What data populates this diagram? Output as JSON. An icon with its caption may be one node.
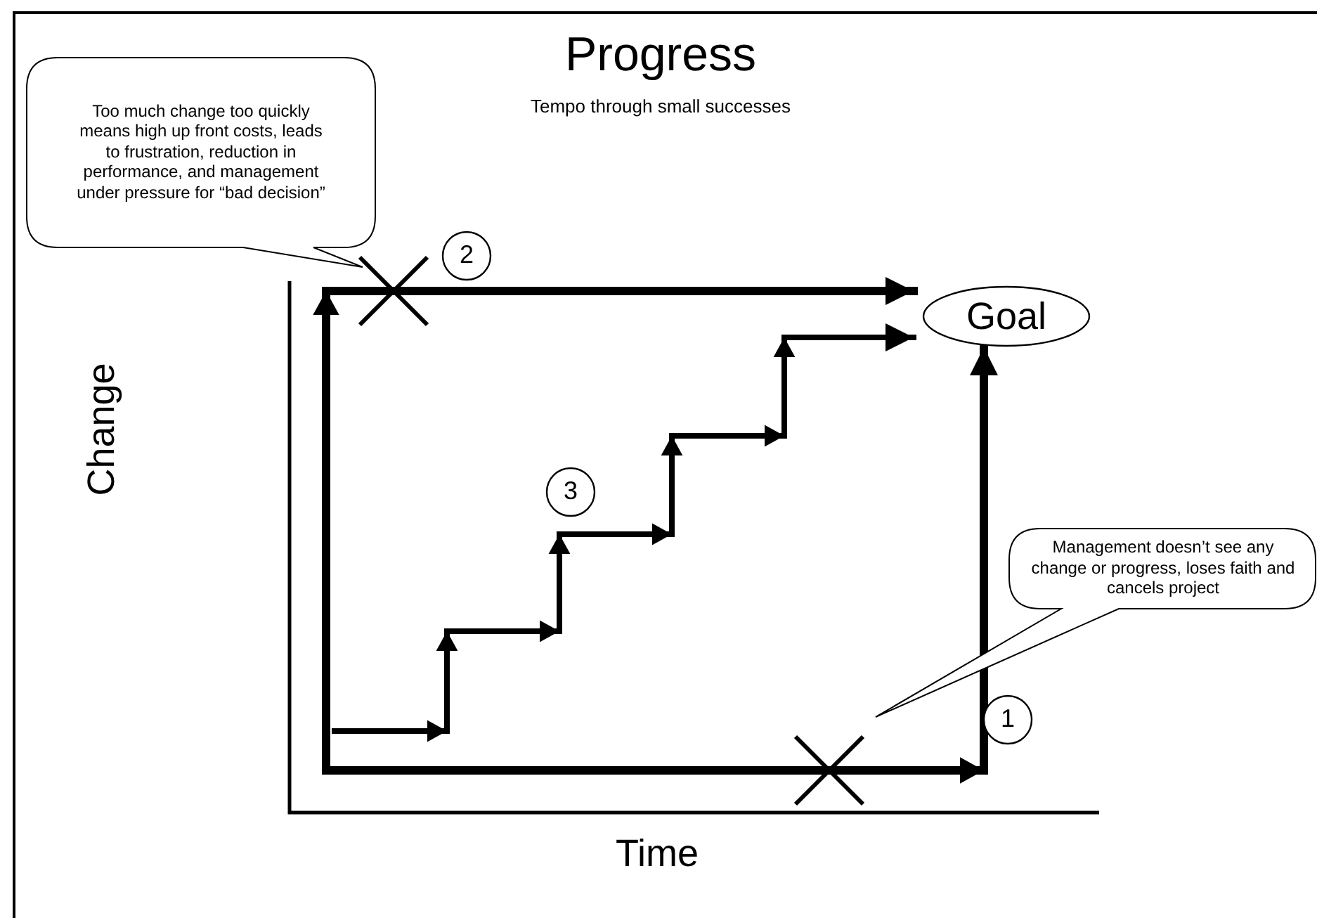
{
  "diagram": {
    "title": "Progress",
    "nodes": [
      {
        "text": [
          "Too much change too quickly means high up front costs, leads to frustration, reduction in performance, and management under pressure for “bad decision”"
        ]
      },
      {
        "text": [
          "2"
        ]
      },
      {
        "text": [
          "Goal"
        ]
      },
      {
        "text": [
          "3"
        ]
      },
      {
        "text": [
          "Management doesn’t see any change or progress, loses faith and cancels project"
        ]
      },
      {
        "text": [
          "1"
        ]
      }
    ],
    "edges": [
      {
        "from": null,
        "to": 2,
        "arrow": "to"
      },
      {
        "from": null,
        "to": 2,
        "arrow": "to"
      },
      {
        "from": null,
        "to": 2,
        "arrow": "to"
      }
    ],
    "labels": [
      "Tempo through small successes",
      "Change",
      "Time"
    ]
  }
}
